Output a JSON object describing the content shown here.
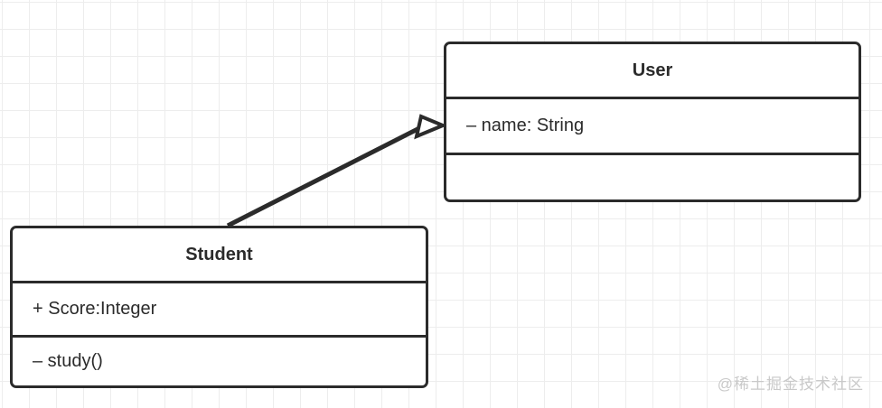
{
  "diagram": {
    "type": "uml-class-diagram",
    "background": "#ffffff",
    "grid_color": "#ededed",
    "line_color": "#2b2b2b",
    "classes": [
      {
        "id": "user",
        "name": "User",
        "attributes": [
          "– name: String"
        ],
        "operations": []
      },
      {
        "id": "student",
        "name": "Student",
        "attributes": [
          "+ Score:Integer"
        ],
        "operations": [
          "– study()"
        ]
      }
    ],
    "relationships": [
      {
        "type": "generalization",
        "from": "Student",
        "to": "User",
        "arrowhead": "hollow-triangle"
      }
    ]
  },
  "watermark": {
    "text": "@稀土掘金技术社区",
    "color": "#c9c9c9"
  }
}
